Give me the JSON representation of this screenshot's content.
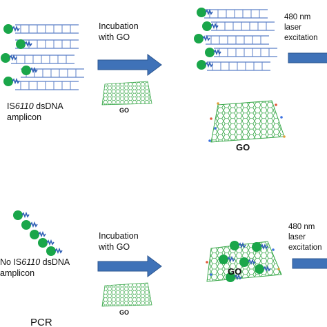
{
  "colors": {
    "dna_strand": "#5b7fc7",
    "fluorophore": "#1aa64a",
    "linker": "#2f5fb5",
    "arrow_fill": "#3f72b8",
    "arrow_stroke": "#2b558f",
    "go_sheet": "#3aa84a"
  },
  "top_panel": {
    "step1_line1": "Incubation",
    "step1_line2": "with GO",
    "go_small_label": "GO",
    "amplicon_line1_prefix": "IS",
    "amplicon_line1_italic": "6110",
    "amplicon_line1_suffix": " dsDNA",
    "amplicon_line2": "amplicon",
    "go_large_label": "GO",
    "laser_line1": "480 nm",
    "laser_line2": "laser",
    "laser_line3": "excitation"
  },
  "bottom_panel": {
    "step1_line1": "Incubation",
    "step1_line2": "with GO",
    "go_small_label": "GO",
    "no_amplicon_line1_prefix": "No  IS",
    "no_amplicon_line1_italic": "6110",
    "no_amplicon_line1_suffix": " dsDNA",
    "no_amplicon_line2": "amplicon",
    "go_large_label": "GO",
    "laser_line1": "480 nm",
    "laser_line2": "laser",
    "laser_line3": "excitation",
    "pcr_label": "PCR"
  },
  "icons": {
    "process_arrow": "right-arrow-icon",
    "probe": "fluorophore-probe-icon",
    "graphene_oxide": "graphene-oxide-sheet-icon"
  }
}
